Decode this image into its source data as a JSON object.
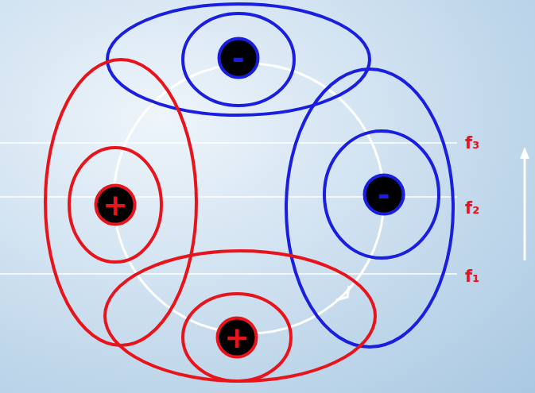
{
  "diagram": {
    "nodes": [
      {
        "text": [
          "-"
        ]
      },
      {
        "text": [
          "+"
        ]
      },
      {
        "text": [
          "-"
        ]
      },
      {
        "text": [
          "+"
        ]
      }
    ],
    "labels": [
      "f₃",
      "f₂",
      "f₁"
    ]
  }
}
